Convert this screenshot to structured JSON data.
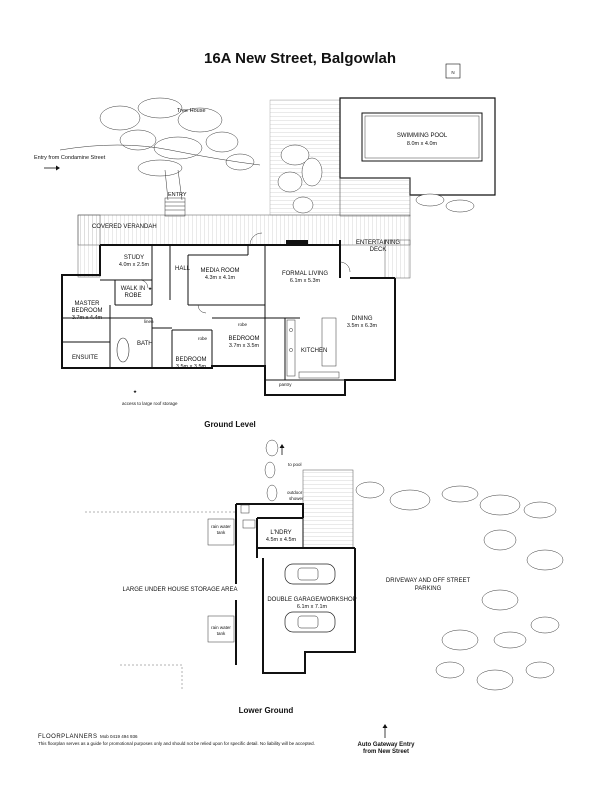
{
  "title": "16A New Street, Balgowlah",
  "ground": {
    "section_label": "Ground Level",
    "tree_house": "Tree House",
    "entry_condamine": "Entry from Condamine Street",
    "entry": "ENTRY",
    "swimming_pool": {
      "name": "SWIMMING POOL",
      "dims": "8.0m x 4.0m"
    },
    "covered_verandah": "COVERED VERANDAH",
    "entertaining_deck": {
      "line1": "ENTERTAINING",
      "line2": "DECK"
    },
    "study": {
      "name": "STUDY",
      "dims": "4.0m x 2.5m"
    },
    "hall": "HALL",
    "media_room": {
      "name": "MEDIA ROOM",
      "dims": "4.3m x 4.1m"
    },
    "formal_living": {
      "name": "FORMAL LIVING",
      "dims": "6.1m x 5.3m"
    },
    "walk_in_robe": {
      "line1": "WALK IN",
      "line2": "ROBE"
    },
    "master_bedroom": {
      "line1": "MASTER",
      "line2": "BEDROOM",
      "dims": "3.7m x 4.4m"
    },
    "dining": {
      "name": "DINING",
      "dims": "3.5m x 6.3m"
    },
    "ensuite": "ENSUITE",
    "bath": "BATH",
    "bedroom1": {
      "name": "BEDROOM",
      "dims": "3.5m x 3.5m"
    },
    "bedroom2": {
      "name": "BEDROOM",
      "dims": "3.7m x 3.5m"
    },
    "kitchen": "KITCHEN",
    "pantry": "pantry",
    "linen": "linen",
    "robe": "robe",
    "roof_storage_note": "access to large roof storage"
  },
  "lower": {
    "section_label": "Lower Ground",
    "to_pool": "to pool",
    "outdoor_shower": {
      "line1": "outdoor",
      "line2": "shower"
    },
    "rain_tank_top": {
      "line1": "rain water",
      "line2": "tank"
    },
    "rain_tank_bottom": {
      "line1": "rain water",
      "line2": "tank"
    },
    "laundry": {
      "name": "L'NDRY",
      "dims": "4.5m x 4.5m"
    },
    "storage_area": "LARGE UNDER HOUSE STORAGE AREA",
    "garage": {
      "name": "DOUBLE GARAGE/WORKSHOP",
      "dims": "6.1m x 7.1m"
    },
    "driveway": {
      "line1": "DRIVEWAY AND OFF STREET",
      "line2": "PARKING"
    },
    "gateway_entry": {
      "line1": "Auto Gateway Entry",
      "line2": "from New Street"
    }
  },
  "footer": {
    "brand": "FLOORPLANNERS",
    "mobile": "Mob 0419 494 936",
    "disclaimer": "This floorplan serves as a guide for promotional purposes only and should not be relied upon for specific detail. No liability will be accepted."
  },
  "north_symbol": "N"
}
